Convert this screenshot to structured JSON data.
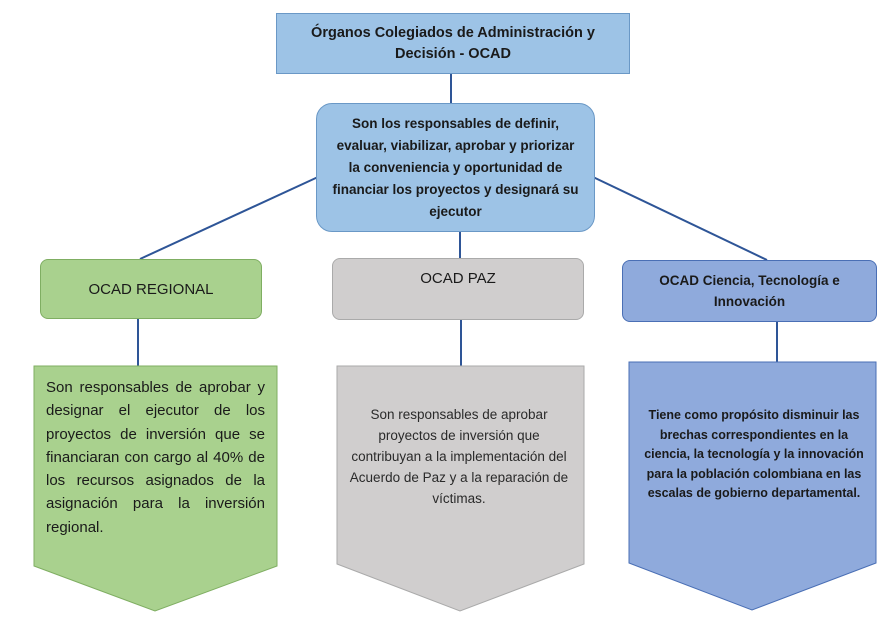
{
  "title": "Órganos Colegiados de Administración y Decisión - OCAD",
  "description": "Son los responsables de definir, evaluar, viabilizar, aprobar y priorizar la conveniencia y oportunidad de financiar los proyectos y designará su ejecutor",
  "branches": [
    {
      "label": "OCAD REGIONAL",
      "text": "Son responsables de aprobar y designar el ejecutor de los proyectos de inversión que se financiaran con cargo al 40% de los recursos asignados de la asignación para la inversión regional.",
      "color": "#a9d18e"
    },
    {
      "label": "OCAD PAZ",
      "text": "Son responsables de aprobar proyectos de inversión que contribuyan a la implementación del Acuerdo de Paz y a la reparación de víctimas.",
      "color": "#d0cece"
    },
    {
      "label": "OCAD Ciencia, Tecnología e Innovación",
      "text": "Tiene como propósito disminuir las brechas correspondientes en la ciencia, la tecnología y la innovación para la población colombiana en las escalas de gobierno departamental.",
      "color": "#8faadc"
    }
  ],
  "colors": {
    "header_fill": "#9dc3e6",
    "connector": "#2e5597"
  }
}
